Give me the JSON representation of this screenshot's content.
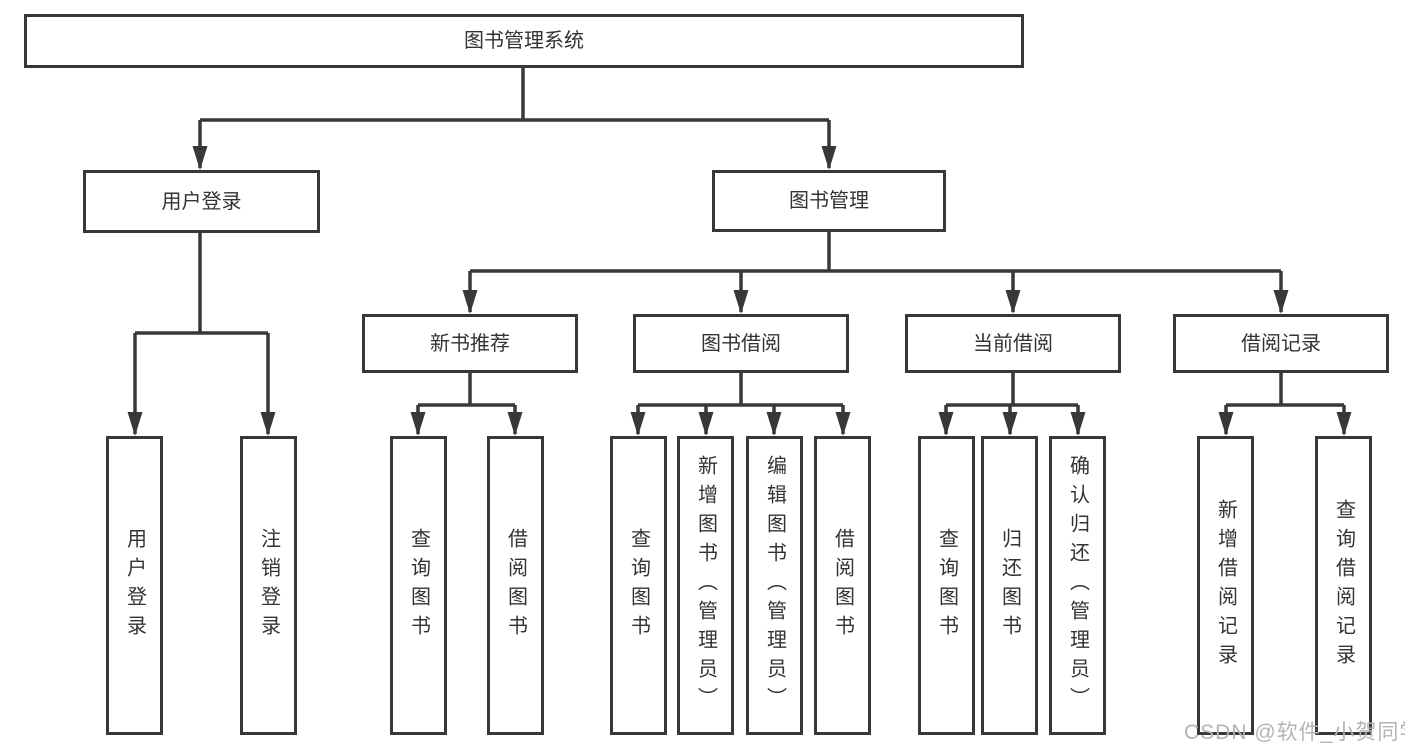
{
  "tree": {
    "root": {
      "label": "图书管理系统",
      "children": [
        {
          "label": "用户登录",
          "children": [
            {
              "label": "用户登录"
            },
            {
              "label": "注销登录"
            }
          ]
        },
        {
          "label": "图书管理",
          "children": [
            {
              "label": "新书推荐",
              "children": [
                {
                  "label": "查询图书"
                },
                {
                  "label": "借阅图书"
                }
              ]
            },
            {
              "label": "图书借阅",
              "children": [
                {
                  "label": "查询图书"
                },
                {
                  "label": "新增图书（管理员）"
                },
                {
                  "label": "编辑图书（管理员）"
                },
                {
                  "label": "借阅图书"
                }
              ]
            },
            {
              "label": "当前借阅",
              "children": [
                {
                  "label": "查询图书"
                },
                {
                  "label": "归还图书"
                },
                {
                  "label": "确认归还（管理员）"
                }
              ]
            },
            {
              "label": "借阅记录",
              "children": [
                {
                  "label": "新增借阅记录"
                },
                {
                  "label": "查询借阅记录"
                }
              ]
            }
          ]
        }
      ]
    }
  },
  "watermark": "CSDN @软件_小贺同学",
  "colors": {
    "line": "#383838",
    "text": "#333333",
    "watermark": "#b4b4b4",
    "background": "#ffffff"
  }
}
